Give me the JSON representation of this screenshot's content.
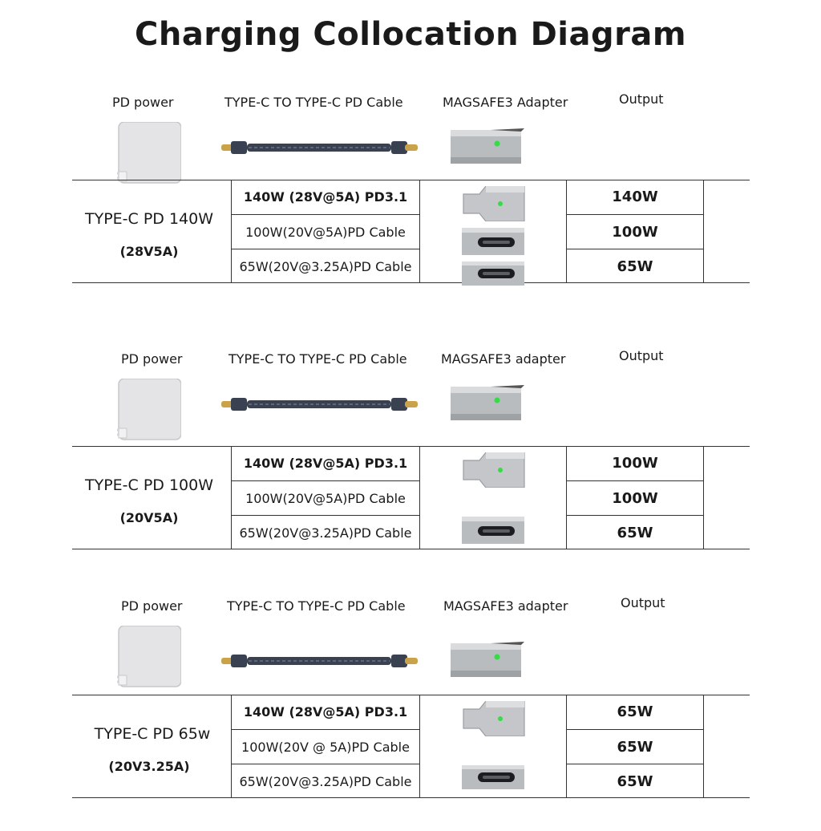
{
  "title": "Charging Collocation Diagram",
  "sections": [
    {
      "headers": {
        "power": "PD power",
        "cable": "TYPE-C TO TYPE-C PD Cable",
        "adapter": "MAGSAFE3 Adapter",
        "output": "Output"
      },
      "source": {
        "name": "TYPE-C PD 140W",
        "spec": "(28V5A)"
      },
      "cables": [
        "140W (28V@5A) PD3.1",
        "100W(20V@5A)PD Cable",
        "65W(20V@3.25A)PD Cable"
      ],
      "outputs": [
        "140W",
        "100W",
        "65W"
      ]
    },
    {
      "headers": {
        "power": "PD power",
        "cable": "TYPE-C TO TYPE-C PD Cable",
        "adapter": "MAGSAFE3 adapter",
        "output": "Output"
      },
      "source": {
        "name": "TYPE-C PD 100W",
        "spec": "(20V5A)"
      },
      "cables": [
        "140W (28V@5A) PD3.1",
        "100W(20V@5A)PD Cable",
        "65W(20V@3.25A)PD Cable"
      ],
      "outputs": [
        "100W",
        "100W",
        "65W"
      ]
    },
    {
      "headers": {
        "power": "PD power",
        "cable": "TYPE-C TO TYPE-C PD Cable",
        "adapter": "MAGSAFE3 adapter",
        "output": "Output"
      },
      "source": {
        "name": "TYPE-C PD 65w",
        "spec": "(20V3.25A)"
      },
      "cables": [
        "140W (28V@5A) PD3.1",
        "100W(20V @ 5A)PD Cable",
        "65W(20V@3.25A)PD Cable"
      ],
      "outputs": [
        "65W",
        "65W",
        "65W"
      ]
    }
  ],
  "icons": {
    "charger": "pd-charger-icon",
    "cable": "usb-c-cable-icon",
    "adapter": "magsafe-adapter-icon",
    "tip_magsafe": "magsafe-tip-icon",
    "tip_usbc": "usb-c-port-icon"
  },
  "colors": {
    "led": "#33dd44",
    "cable_body": "#3a4150",
    "connector": "#c9a24a",
    "charger_body": "#e4e4e6",
    "adapter_body": "#b9bcbf"
  }
}
